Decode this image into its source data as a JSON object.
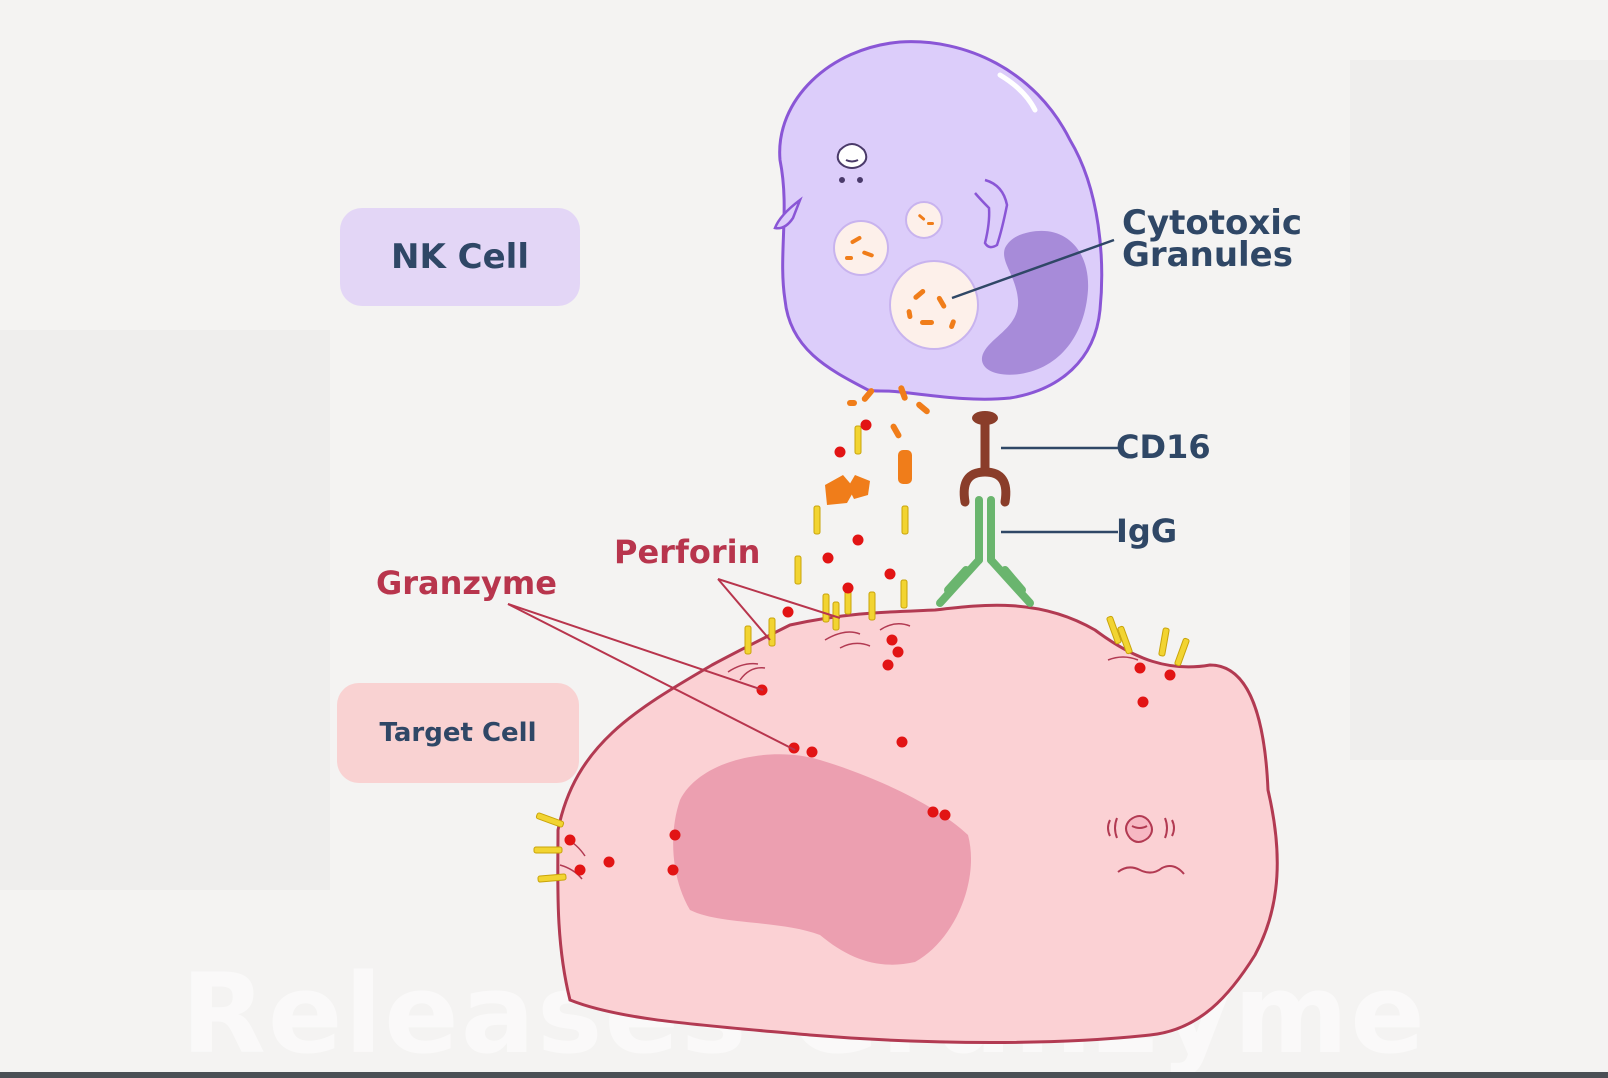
{
  "labels": {
    "nk_cell": "NK Cell",
    "target_cell": "Target Cell",
    "cytotoxic_line1": "Cytotoxic",
    "cytotoxic_line2": "Granules",
    "cd16": "CD16",
    "igg": "IgG",
    "perforin": "Perforin",
    "granzyme": "Granzyme"
  },
  "caption": "Releases Granzyme",
  "colors": {
    "nk_cell_fill": "#dccdfa",
    "nk_cell_outline": "#8a56d6",
    "nucleus_nk": "#a78bd9",
    "target_cell_fill": "#fbd1d4",
    "target_outline": "#b23a52",
    "target_nucleus": "#ec9fb0",
    "label_text": "#2f4766",
    "annotation_red": "#b8354d",
    "perforin_yellow": "#f2d431",
    "granzyme_red": "#e21414",
    "granule_orange": "#f07d1a",
    "cd16_brown": "#8a3d2a",
    "igg_green": "#6ab56e"
  },
  "icons": {
    "nk_face": "sleepy-face-icon",
    "target_face": "scared-face-icon"
  }
}
